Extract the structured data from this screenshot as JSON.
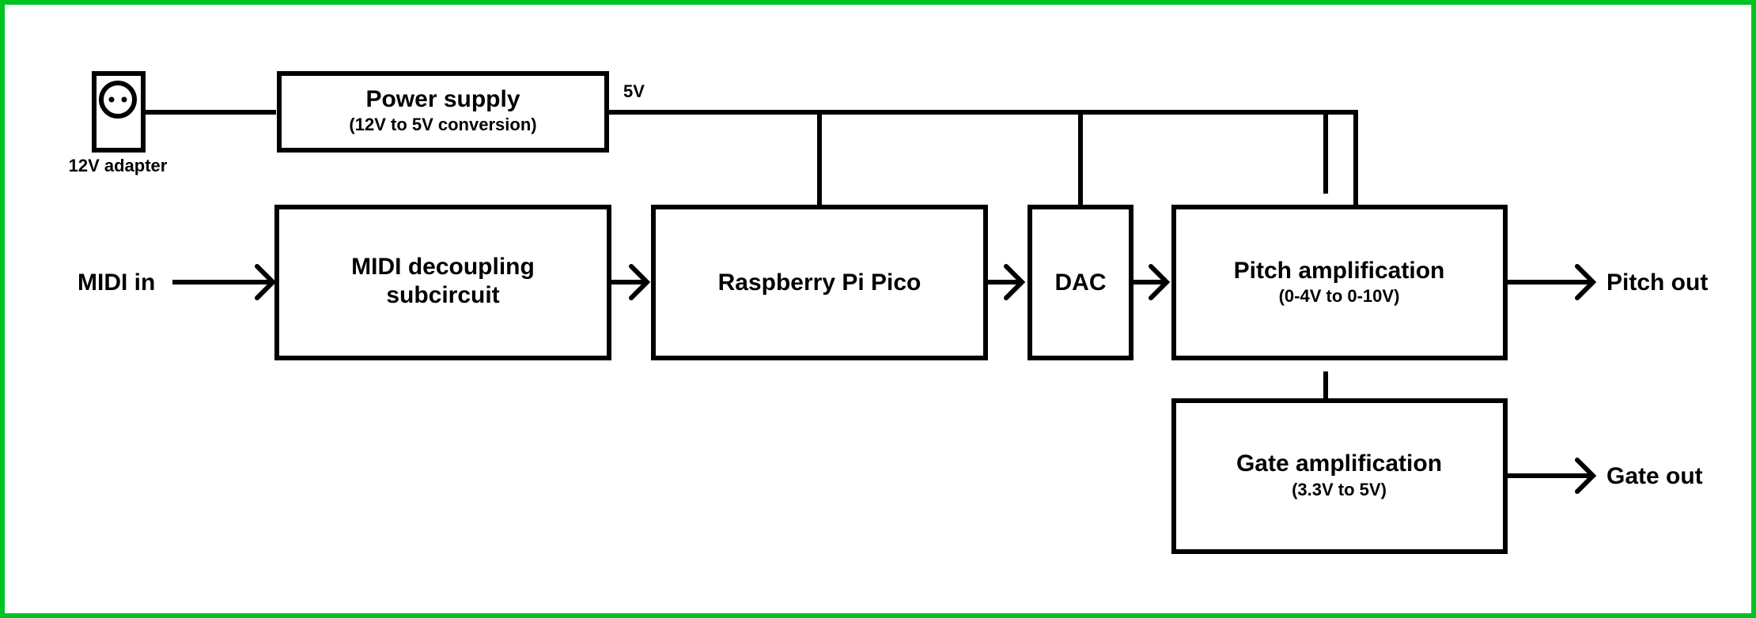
{
  "diagram": {
    "colors": {
      "frame": "#00c322",
      "stroke": "#000000",
      "background": "#ffffff"
    },
    "adapter": {
      "icon": "power-socket-icon",
      "label": "12V adapter"
    },
    "power_supply": {
      "title": "Power supply",
      "subtitle": "(12V to 5V conversion)"
    },
    "rail_label": "5V",
    "input_label": "MIDI in",
    "blocks": {
      "midi": {
        "line1": "MIDI decoupling",
        "line2": "subcircuit"
      },
      "pico": {
        "title": "Raspberry Pi Pico"
      },
      "dac": {
        "title": "DAC"
      },
      "pitch": {
        "title": "Pitch amplification",
        "subtitle": "(0-4V to 0-10V)"
      },
      "gate": {
        "title": "Gate amplification",
        "subtitle": "(3.3V to 5V)"
      }
    },
    "outputs": {
      "pitch": "Pitch out",
      "gate": "Gate out"
    },
    "connections": [
      {
        "from": "12V adapter",
        "to": "Power supply",
        "type": "line"
      },
      {
        "from": "Power supply",
        "to": "Raspberry Pi Pico",
        "type": "5V rail"
      },
      {
        "from": "Power supply",
        "to": "DAC",
        "type": "5V rail"
      },
      {
        "from": "Power supply",
        "to": "Pitch amplification",
        "type": "5V rail"
      },
      {
        "from": "MIDI in",
        "to": "MIDI decoupling subcircuit",
        "type": "arrow"
      },
      {
        "from": "MIDI decoupling subcircuit",
        "to": "Raspberry Pi Pico",
        "type": "arrow"
      },
      {
        "from": "Raspberry Pi Pico",
        "to": "DAC",
        "type": "arrow"
      },
      {
        "from": "DAC",
        "to": "Pitch amplification",
        "type": "arrow"
      },
      {
        "from": "Pitch amplification",
        "to": "Pitch out",
        "type": "arrow"
      },
      {
        "from": "Pitch amplification",
        "to": "Gate amplification",
        "type": "line"
      },
      {
        "from": "Gate amplification",
        "to": "Gate out",
        "type": "arrow"
      }
    ]
  }
}
